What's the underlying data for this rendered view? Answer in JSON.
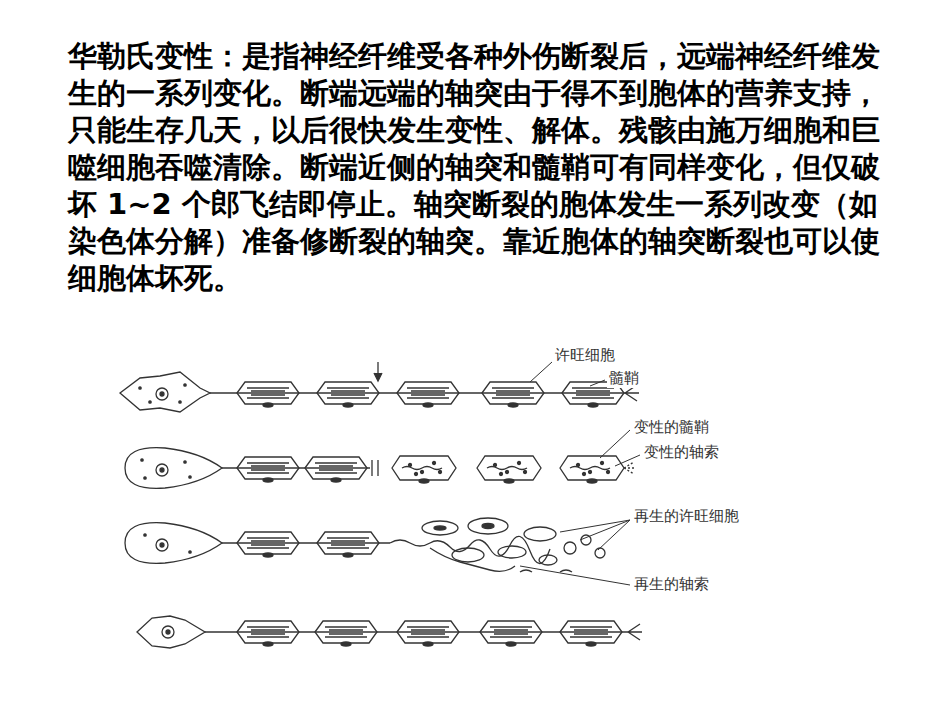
{
  "diagram": {
    "labels": [
      "华勒氏变性：是指神经纤维受各种外伤断裂后，远端神经纤维发生的一系列变化。断端远端的轴突由于得不到胞体的营养支持，只能生存几天，以后很快发生变性、解体。残骸由施万细胞和巨噬细胞吞噬清除。断端近侧的轴突和髓鞘可有同样变化，但仅破坏 1~2 个郎飞结即停止。轴突断裂的胞体发生一系列改变（如染色体分解）准备修断裂的轴突。靠近胞体的轴突断裂也可以使细胞体坏死。",
      "许旺细胞",
      "髓鞘",
      "变性的髓鞘",
      "变性的轴索",
      "再生的许旺细胞",
      "再生的轴索"
    ]
  }
}
